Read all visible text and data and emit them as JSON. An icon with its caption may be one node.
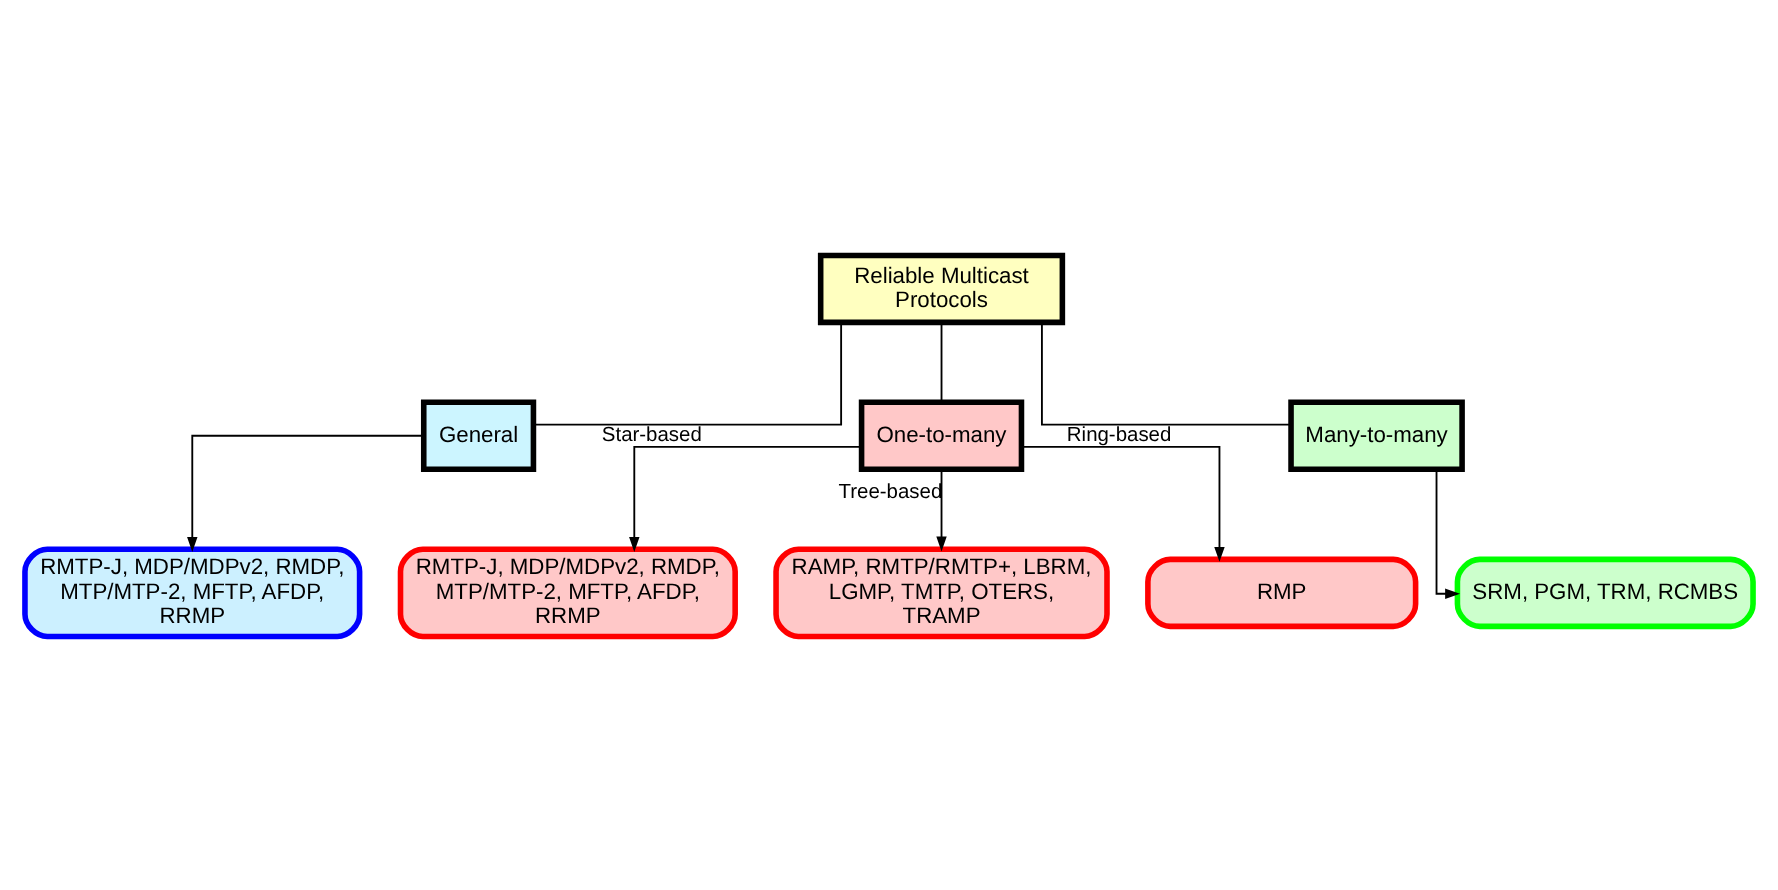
{
  "diagram": {
    "nodes": [
      {
        "text": [
          "Reliable Multicast Protocols"
        ]
      },
      {
        "text": [
          "General"
        ]
      },
      {
        "text": [
          "One-to-many"
        ]
      },
      {
        "text": [
          "Many-to-many"
        ]
      },
      {
        "text": [
          "RMTP-J, MDP/MDPv2, RMDP, MTP/MTP-2, MFTP, AFDP, RRMP"
        ]
      },
      {
        "text": [
          "RMTP-J, MDP/MDPv2, RMDP, MTP/MTP-2, MFTP, AFDP, RRMP"
        ]
      },
      {
        "text": [
          "RAMP, RMTP/RMTP+, LBRM, LGMP, TMTP, OTERS, TRAMP"
        ]
      },
      {
        "text": [
          "RMP"
        ]
      },
      {
        "text": [
          "SRM, PGM, TRM, RCMBS"
        ]
      }
    ],
    "edges": [
      {
        "from": 0,
        "to": 1,
        "arrow": "none"
      },
      {
        "from": 0,
        "to": 2,
        "arrow": "none"
      },
      {
        "from": 0,
        "to": 3,
        "arrow": "none"
      },
      {
        "from": 1,
        "to": 4,
        "arrow": "to"
      },
      {
        "from": 2,
        "to": 5,
        "label": "Star-based",
        "arrow": "to"
      },
      {
        "from": 2,
        "to": 6,
        "label": "Tree-based",
        "arrow": "to"
      },
      {
        "from": 2,
        "to": 7,
        "label": "Ring-based",
        "arrow": "to"
      },
      {
        "from": 3,
        "to": 8,
        "arrow": "to"
      }
    ]
  }
}
